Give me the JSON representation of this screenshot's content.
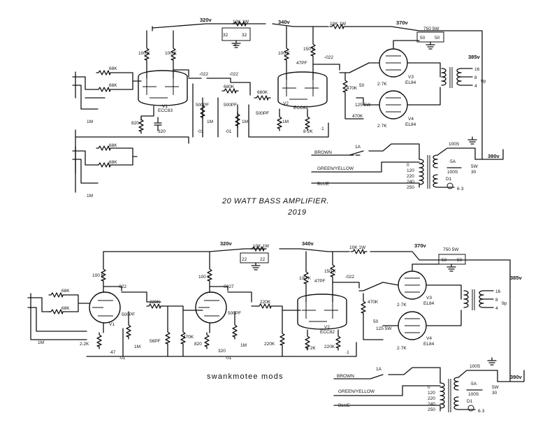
{
  "schematic1": {
    "title": "20 WATT BASS AMPLIFIER.",
    "year": "2019",
    "rail_320": "320v",
    "rail_340": "340v",
    "rail_370": "370v",
    "rail_385": "385v",
    "rail_390": "390v",
    "res_10k1w_a": "10K 1W",
    "res_10k1w_b": "10K 1W",
    "res_750_5w": "750  5W",
    "cap_50a": "50",
    "cap_50b": "50",
    "cap_32a": "32",
    "cap_32b": "32",
    "cap_8": "8",
    "r_68k_a": "68K",
    "r_68k_b": "68K",
    "r_68k_c": "68K",
    "r_68k_d": "68K",
    "r_1m_a": "1M",
    "r_1m_b": "1M",
    "r_1m_c": "1M",
    "r_1m_d": "1M",
    "r_100k_a": "100 K",
    "r_100k_b": "100 K",
    "r_100k_c": "100 K",
    "c_022_a": "-022",
    "c_022_b": "-022",
    "c_022_c": "-022",
    "r_680k_a": "680K",
    "r_680k_b": "680K",
    "c_500pf_a": "500PF",
    "c_500pf_b": "500PF",
    "c_500pf_c": "500PF",
    "c_47pf": "47PF",
    "r_150k": "150 K",
    "r_820": "820",
    "c_320": "320",
    "c_01_a": "·01",
    "c_01_b": "·01",
    "c_1": "·1",
    "r_8_2k": "8·2K",
    "r_470k": "470K",
    "c_50": "50",
    "r_125_5w": "125 5W",
    "r_2_7k_a": "2·7K",
    "r_2_7k_b": "2·7K",
    "r_470k_b": "470K",
    "v1": "V1",
    "v1_type": "ECC83",
    "v2": "V2",
    "v2_type": "ECC82",
    "v3": "V3",
    "v3_type": "EL84",
    "v4": "V4",
    "v4_type": "EL84",
    "ot_16": "16",
    "ot_8": "8",
    "ot_4": "4",
    "ot_9p": "9p",
    "fuse_1a": "1A",
    "brown": "BROWN",
    "green_yellow": "GREEN/YELLOW",
    "blue": "BLUE",
    "tap_0": "0",
    "tap_120": "120",
    "tap_220": "220",
    "tap_240": "240",
    "tap_250": "250",
    "d_100s": "100S",
    "fuse_5a": "·5A",
    "d_100s_b": "100S",
    "r_5w": "5W",
    "r_30": "30",
    "d1": "D1",
    "heater_63": "6·3"
  },
  "schematic2": {
    "caption": "swankmotee mods",
    "rail_320": "320v",
    "rail_340": "340v",
    "rail_370": "370v",
    "rail_385": "385v",
    "rail_390": "390v",
    "res_10k1w_a": "10K 1W",
    "res_10k1w_b": "10K 1W",
    "res_750_5w": "750  5W",
    "cap_50a": "50",
    "cap_50b": "50",
    "cap_22a": "22",
    "cap_22b": "22",
    "r_68k_a": "68K",
    "r_68k_b": "68K",
    "r_1m": "1M",
    "r_100k_a": "100 K",
    "r_100k_b": "100 K",
    "r_100k_c": "100 K",
    "c_022_a": "-022",
    "c_0027": "-0027",
    "c_022_b": "-022",
    "r_220k_a": "220K",
    "r_220k_b": "220K",
    "r_220k_c": "220K",
    "r_220k_d": "220K",
    "c_500pf_a": "500PF",
    "c_500pf_b": "500PF",
    "c_56pf": "56PF",
    "r_470k_a": "470K",
    "r_470k_b": "470K",
    "c_47pf": "47PF",
    "r_150k": "150 K",
    "r_2_2k": "2.2K",
    "c_47": "·47",
    "c_01_a": "·01",
    "c_01_b": "·01",
    "r_1m_b": "1M",
    "r_1m_c": "1M",
    "r_820": "820",
    "c_320": "320",
    "r_8_2k": "8·2K",
    "c_1": "·1",
    "c_50": "50",
    "r_125_5w": "125 5W",
    "r_2_7k_a": "2·7K",
    "r_2_7k_b": "2·7K",
    "v1": "V1",
    "v2": "V2",
    "v2_type": "ECC82",
    "v3": "V3",
    "v3_type": "EL84",
    "v4": "V4",
    "v4_type": "EL84",
    "ot_16": "16",
    "ot_8": "8",
    "ot_4": "4",
    "ot_9p": "9p",
    "fuse_1a": "1A",
    "brown": "BROWN",
    "green_yellow": "GREEN/YELLOW",
    "blue": "BLUE",
    "tap_0": "0",
    "tap_120": "120",
    "tap_220": "220",
    "tap_240": "240",
    "tap_250": "250",
    "d_100s": "100S",
    "fuse_5a": "·5A",
    "d_100s_b": "100S",
    "r_5w": "5W",
    "r_30": "30",
    "d1": "D1",
    "heater_63": "6·3"
  }
}
